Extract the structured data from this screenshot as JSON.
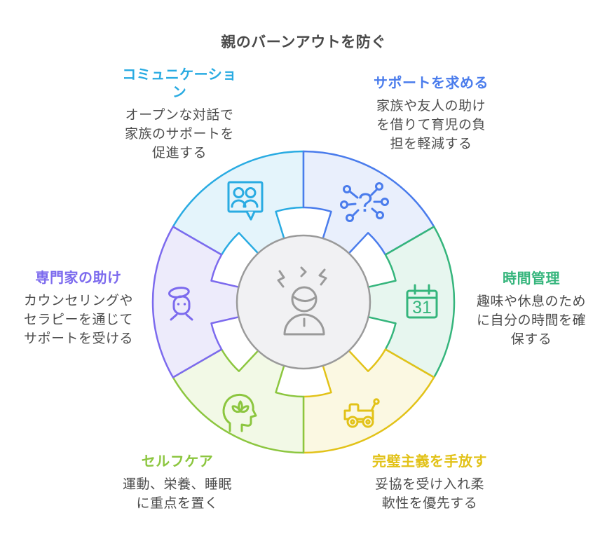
{
  "title": "親のバーンアウトを防ぐ",
  "center": {
    "icon": "stressed-parent-icon",
    "circle_fill": "#f1f1f3",
    "icon_color": "#9a9a9a"
  },
  "segments": [
    {
      "id": "communication",
      "label_lines": [
        "コミュニケーショ",
        "ン"
      ],
      "desc_lines": [
        "オープンな対話で",
        "家族のサポートを",
        "促進する"
      ],
      "color": "#29ABE2",
      "fill": "#E4F4FB",
      "icon": "speech-bubble-people-icon"
    },
    {
      "id": "seek-support",
      "label_lines": [
        "サポートを求める"
      ],
      "desc_lines": [
        "家族や友人の助け",
        "を借りて育児の負",
        "担を軽減する"
      ],
      "color": "#4A7CEC",
      "fill": "#E9EFFC",
      "icon": "network-question-icon",
      "icon_text": "?"
    },
    {
      "id": "time-management",
      "label_lines": [
        "時間管理"
      ],
      "desc_lines": [
        "趣味や休息のため",
        "に自分の時間を確",
        "保する"
      ],
      "color": "#35B57C",
      "fill": "#E7F6EF",
      "icon": "calendar-icon",
      "icon_text": "31"
    },
    {
      "id": "let-go-of-perfectionism",
      "label_lines": [
        "完璧主義を手放す"
      ],
      "desc_lines": [
        "妥協を受け入れ柔",
        "軟性を優先する"
      ],
      "color": "#E2C218",
      "fill": "#FBF8E2",
      "icon": "toy-truck-icon"
    },
    {
      "id": "self-care",
      "label_lines": [
        "セルフケア"
      ],
      "desc_lines": [
        "運動、栄養、睡眠",
        "に重点を置く"
      ],
      "color": "#8CC63F",
      "fill": "#F2F9E6",
      "icon": "mindful-head-icon"
    },
    {
      "id": "professional-help",
      "label_lines": [
        "専門家の助け"
      ],
      "desc_lines": [
        "カウンセリングや",
        "セラピーを通じて",
        "サポートを受ける"
      ],
      "color": "#7C6AEE",
      "fill": "#EDEBFB",
      "icon": "counselor-icon"
    }
  ]
}
